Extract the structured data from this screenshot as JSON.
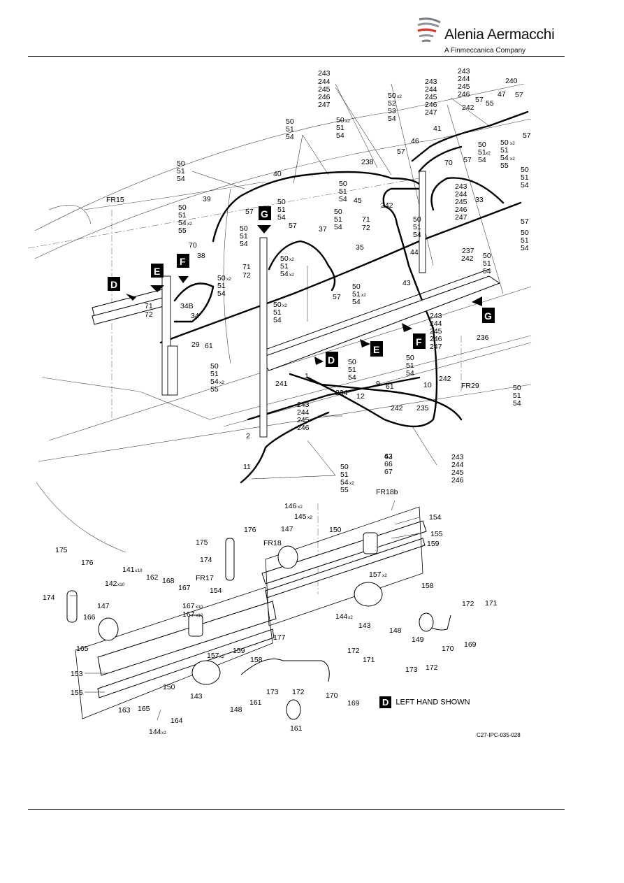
{
  "header": {
    "company_name": "Alenia Aermacchi",
    "company_subtitle": "A Finmeccanica Company"
  },
  "figure": {
    "document_code": "C27-IPC-035-028",
    "note_letter": "D",
    "note_text": "LEFT HAND SHOWN"
  },
  "view_letters": [
    "D",
    "E",
    "F",
    "G"
  ],
  "frame_labels": [
    "FR15",
    "FR29",
    "FR17",
    "FR18",
    "FR18b"
  ],
  "callouts_upper": [
    "1",
    "2",
    "9",
    "10",
    "11",
    "12",
    "29",
    "33",
    "34",
    "34B",
    "35",
    "37",
    "38",
    "39",
    "40",
    "41",
    "43",
    "44",
    "45",
    "46",
    "47",
    "55",
    "57",
    "61",
    "62",
    "66",
    "67",
    "70",
    "71",
    "72",
    "234",
    "235",
    "236",
    "237",
    "238",
    "240",
    "241",
    "242"
  ],
  "callout_stacks": [
    [
      "243",
      "244",
      "245",
      "246",
      "247"
    ],
    [
      "50",
      "51",
      "54"
    ],
    [
      "50",
      "51",
      "54",
      "55"
    ],
    [
      "50",
      "52",
      "53",
      "54"
    ],
    [
      "243",
      "244",
      "245",
      "246"
    ]
  ],
  "callouts_lower": [
    "141",
    "142",
    "143",
    "144",
    "145",
    "146",
    "147",
    "148",
    "149",
    "150",
    "153",
    "154",
    "155",
    "157",
    "158",
    "159",
    "161",
    "162",
    "163",
    "164",
    "165",
    "166",
    "167",
    "168",
    "169",
    "170",
    "171",
    "172",
    "173",
    "174",
    "175",
    "176",
    "177"
  ],
  "multipliers": [
    "x2",
    "x10"
  ]
}
